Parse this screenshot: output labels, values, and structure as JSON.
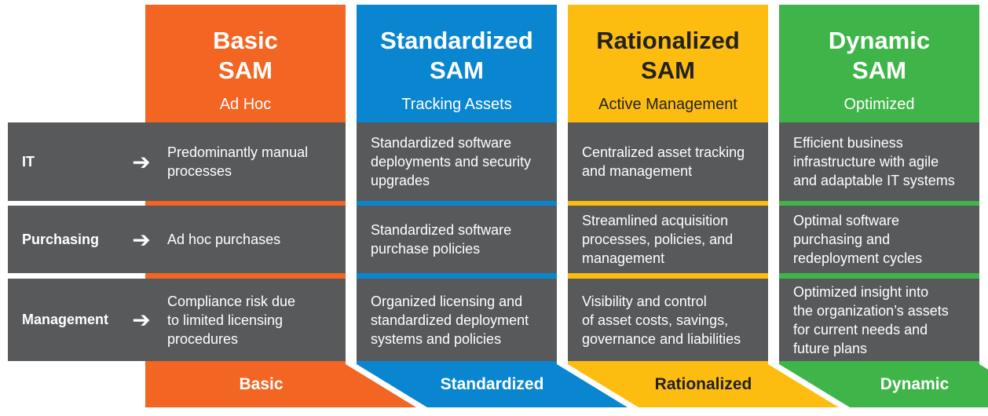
{
  "colors": {
    "basic": "#f26522",
    "standardized": "#0a86d0",
    "rationalized": "#fdbd10",
    "dynamic": "#3fb549",
    "cell": "#58595b"
  },
  "icons": {
    "row_arrow": "right-arrow-icon"
  },
  "columns": [
    {
      "id": "basic",
      "title_line1": "Basic",
      "title_line2": "SAM",
      "subtitle": "Ad Hoc",
      "footer": "Basic"
    },
    {
      "id": "standardized",
      "title_line1": "Standardized",
      "title_line2": "SAM",
      "subtitle": "Tracking Assets",
      "footer": "Standardized"
    },
    {
      "id": "rationalized",
      "title_line1": "Rationalized",
      "title_line2": "SAM",
      "subtitle": "Active Management",
      "footer": "Rationalized"
    },
    {
      "id": "dynamic",
      "title_line1": "Dynamic",
      "title_line2": "SAM",
      "subtitle": "Optimized",
      "footer": "Dynamic"
    }
  ],
  "rows": [
    {
      "label": "IT",
      "cells": [
        [
          "Predominantly manual",
          "processes"
        ],
        [
          "Standardized software",
          "deployments and security",
          "upgrades"
        ],
        [
          "Centralized asset tracking",
          "and management"
        ],
        [
          "Efficient business",
          "infrastructure with agile",
          "and adaptable IT systems"
        ]
      ]
    },
    {
      "label": "Purchasing",
      "cells": [
        [
          "Ad hoc purchases"
        ],
        [
          "Standardized software",
          "purchase policies"
        ],
        [
          "Streamlined acquisition",
          "processes, policies, and",
          "management"
        ],
        [
          "Optimal software",
          "purchasing and",
          "redeployment cycles"
        ]
      ]
    },
    {
      "label": "Management",
      "cells": [
        [
          "Compliance risk due",
          "to limited licensing",
          "procedures"
        ],
        [
          "Organized licensing and",
          "standardized deployment",
          "systems and policies"
        ],
        [
          "Visibility and control",
          "of asset costs, savings,",
          "governance and liabilities"
        ],
        [
          "Optimized insight into",
          "the organization’s assets",
          "for current needs and",
          "future plans"
        ]
      ]
    }
  ]
}
